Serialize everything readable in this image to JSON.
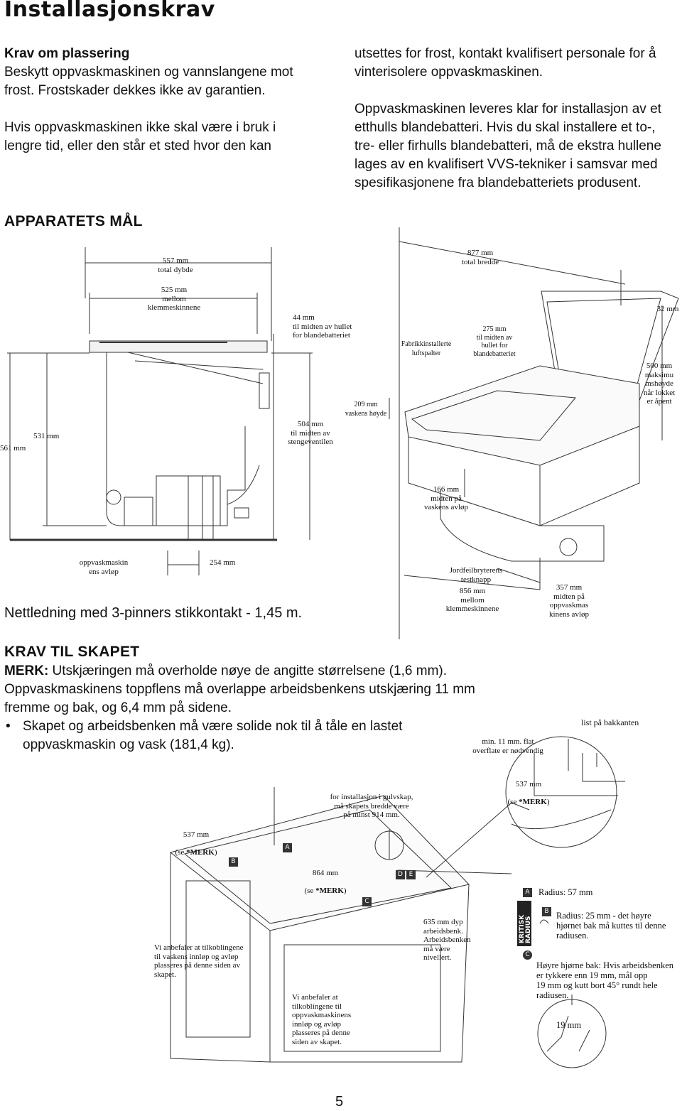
{
  "page": {
    "title": "Installasjonskrav",
    "page_number": "5"
  },
  "placement": {
    "heading": "Krav om plassering",
    "para1": "Beskytt oppvaskmaskinen og vannslangene mot frost. Frostskader dekkes ikke av garantien.",
    "para2": "Hvis oppvaskmaskinen ikke skal være i bruk i lengre tid, eller den står et sted hvor den kan",
    "para2_cont": "utsettes for frost, kontakt kvalifisert personale for å vinterisolere oppvaskmaskinen.",
    "para3": "Oppvaskmaskinen leveres klar for installasjon av et etthulls blandebatteri. Hvis du skal installere et to-, tre- eller firhulls blandebatteri, må de ekstra hullene lages av en kvalifisert VVS-tekniker i samsvar med spesifikasjonene fra blandebatteriets produsent."
  },
  "dimensions": {
    "heading": "APPARATETS MÅL",
    "labels": {
      "depth_total": "557 mm\ntotal dybde",
      "depth_clamps": "525 mm\nmellom\nklemmeskinnene",
      "faucet_center": "44 mm\ntil midten av hullet\nfor blandebatteriet",
      "height_561": "561 mm",
      "height_531": "531 mm",
      "valve_center": "504 mm\ntil midten av\nstengeventilen",
      "sink_height": "209 mm\nvaskens høyde",
      "width_total": "877 mm\ntotal bredde",
      "air_gap": "Fabrikkinstallerte\nluftspalter",
      "faucet_hole": "275 mm\ntil midten av\nhullet for\nblandebatteriet",
      "lid_32": "32 mm",
      "max_height": "500 mm\nmaksimu\nmshøyde\nnår lokket\ner åpent",
      "sink_drain": "166 mm\nmidten på\nvaskens avløp",
      "dw_drain": "oppvaskmaskin\nens avløp",
      "drain_254": "254 mm",
      "gfci": "Jordfeilbryterens\ntestknapp",
      "clamps_856": "856 mm\nmellom\nklemmeskinnene",
      "dw_drain_357": "357 mm\nmidten på\noppvaskmas\nkinens avløp"
    },
    "cord": "Nettledning med 3-pinners stikkontakt - 1,45 m."
  },
  "cabinet": {
    "heading": "KRAV TIL SKAPET",
    "merk_label": "MERK:",
    "merk_text": " Utskjæringen må overholde nøye de angitte størrelsene (1,6 mm).",
    "para": "Oppvaskmaskinens toppflens må overlappe arbeidsbenkens utskjæring 11 mm fremme og bak, og 6,4 mm på sidene.",
    "bullet": "Skapet og arbeidsbenken må være solide nok til å tåle en lastet oppvaskmaskin og vask (181,4 kg).",
    "labels": {
      "back_lip": "list på bakkanten",
      "flat_surface": "min. 11 mm. flat\noverflate er nødvendig",
      "w537_right_a": "537 mm",
      "w537_right_b": "(se ",
      "w537_left_a": "537 mm",
      "merk_ref": "*MERK",
      "floor_cab": "for installasjon i gulvskap,\nmå skapets bredde være\npå minst 914 mm.",
      "w864": "864 mm",
      "depth_635": "635 mm dyp\narbeidsbenk.\nArbeidsbenken\nmå være\nnivellert.",
      "rec_left": "Vi anbefaler at tilkoblingene\ntil vaskens innløp og avløp\nplasseres på denne siden av\nskapet.",
      "rec_bottom": "Vi anbefaler at\ntilkoblingene til\noppvaskmaskinens\ninnløp og avløp\nplasseres på denne\nsiden av skapet.",
      "radius_57": "Radius: 57 mm",
      "radius_25": "Radius: 25 mm - det høyre\nhjørnet bak må kuttes til denne\nradiusen.",
      "right_back": "Høyre hjørne bak: Hvis arbeidsbenken\ner tykkere enn 19 mm, mål opp\n19 mm og kutt bort 45° rundt hele\nradiusen.",
      "mm19": "19 mm",
      "critical": "KRITISK",
      "radius_word": "RADIUS"
    },
    "badges": [
      "A",
      "B",
      "C",
      "A",
      "B"
    ]
  }
}
